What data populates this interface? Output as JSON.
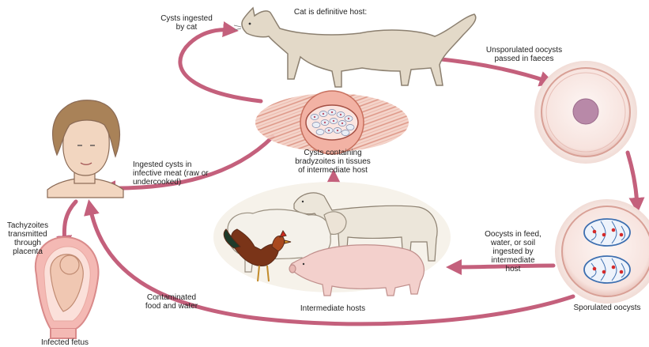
{
  "labels": {
    "cysts_ingested_by_cat": "Cysts ingested\nby cat",
    "cat_definitive_host": "Cat is definitive host:",
    "unsporulated_oocysts": "Unsporulated oocysts\npassed in faeces",
    "cysts_bradyzoites": "Cysts containing\nbradyzoites in tissues\nof intermediate host",
    "ingested_cysts_meat": "Ingested cysts in\ninfective meat (raw or\nundercooked)",
    "tachyzoites_placenta": "Tachyzoites\ntransmitted\nthrough\nplacenta",
    "oocysts_feed": "Oocysts in feed,\nwater, or soil\ningested by\nintermediate\nhost",
    "intermediate_hosts": "Intermediate hosts",
    "contaminated_food": "Contaminated\nfood and water",
    "sporulated_oocysts": "Sporulated oocysts",
    "infected_fetus": "Infected fetus"
  },
  "colors": {
    "arrow": "#c4607c",
    "fur": "#e3d9c8",
    "tissue": "#e7a79a",
    "oocyst_fill": "#f6e2dd",
    "oocyst_nucleus": "#b889a8",
    "sporocyst": "#3d6fb0",
    "sporozoite_dot": "#d52a2a",
    "skin": "#f2d6c0",
    "hair": "#a98258"
  },
  "icons": [
    "cat-figure",
    "tissue-cyst",
    "unsporulated-oocyst",
    "sporulated-oocyst",
    "human-head",
    "fetus-in-uterus",
    "goat",
    "sheep",
    "rooster",
    "pig"
  ]
}
